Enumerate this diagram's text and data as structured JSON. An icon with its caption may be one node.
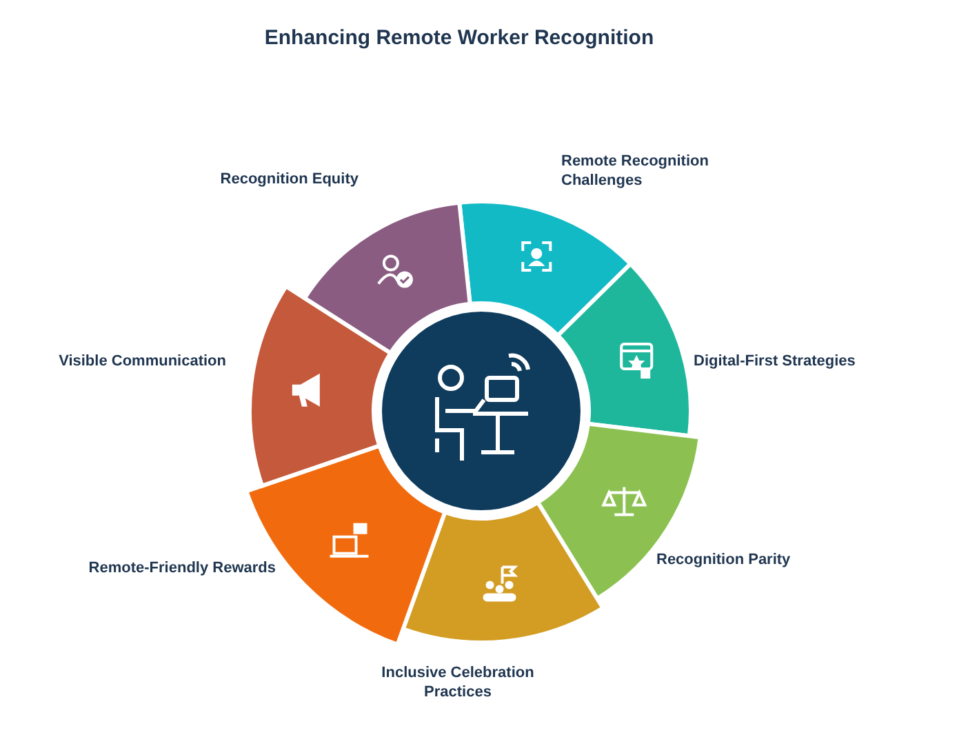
{
  "diagram": {
    "title": "Enhancing Remote Worker Recognition",
    "nodes": [
      {
        "text": [],
        "shape": "picture"
      },
      {
        "text": [
          "Remote Recognition Challenges"
        ]
      },
      {
        "text": [
          "Digital-First Strategies"
        ]
      },
      {
        "text": [
          "Recognition Parity"
        ]
      },
      {
        "text": [
          "Inclusive Celebration Practices"
        ]
      },
      {
        "text": [
          "Remote-Friendly Rewards"
        ]
      },
      {
        "text": [
          "Visible Communication"
        ]
      },
      {
        "text": [
          "Recognition Equity"
        ]
      }
    ],
    "edges": []
  }
}
